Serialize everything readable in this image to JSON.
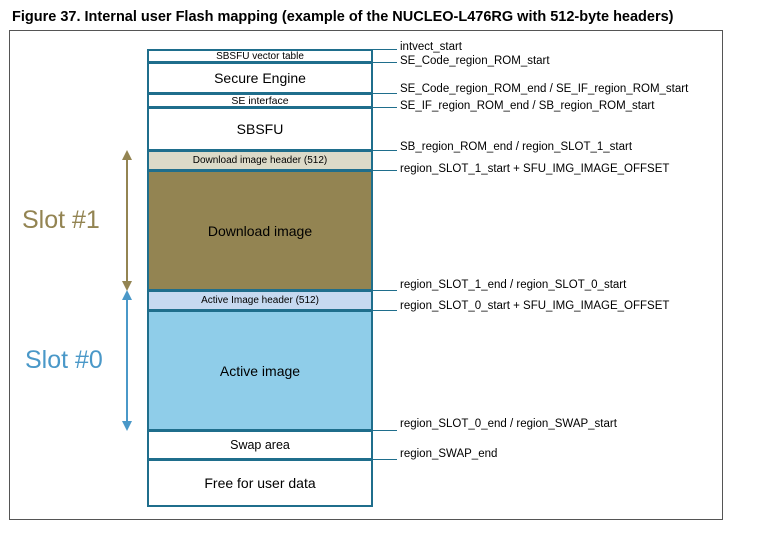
{
  "title": "Figure 37. Internal user Flash mapping (example of the NUCLEO-L476RG with 512-byte headers)",
  "blocks": [
    {
      "label": "SBSFU vector table",
      "color": "#ffffff"
    },
    {
      "label": "Secure Engine",
      "color": "#ffffff"
    },
    {
      "label": "SE interface",
      "color": "#ffffff"
    },
    {
      "label": "SBSFU",
      "color": "#ffffff"
    },
    {
      "label": "Download image header (512)",
      "color": "#dcdac8"
    },
    {
      "label": "Download image",
      "color": "#938452"
    },
    {
      "label": "Active Image header (512)",
      "color": "#c6d9f0"
    },
    {
      "label": "Active image",
      "color": "#8fcde9"
    },
    {
      "label": "Swap area",
      "color": "#ffffff"
    },
    {
      "label": "Free for user data",
      "color": "#ffffff"
    }
  ],
  "addresses": [
    "intvect_start",
    "SE_Code_region_ROM_start",
    "SE_Code_region_ROM_end / SE_IF_region_ROM_start",
    "SE_IF_region_ROM_end / SB_region_ROM_start",
    "SB_region_ROM_end / region_SLOT_1_start",
    "region_SLOT_1_start + SFU_IMG_IMAGE_OFFSET",
    "region_SLOT_1_end / region_SLOT_0_start",
    "region_SLOT_0_start + SFU_IMG_IMAGE_OFFSET",
    "region_SLOT_0_end / region_SWAP_start",
    "region_SWAP_end"
  ],
  "slots": [
    {
      "label": "Slot #1",
      "color": "#938452"
    },
    {
      "label": "Slot #0",
      "color": "#4a98c8"
    }
  ],
  "colors": {
    "border": "#1f6e8c",
    "frame": "#555555"
  }
}
